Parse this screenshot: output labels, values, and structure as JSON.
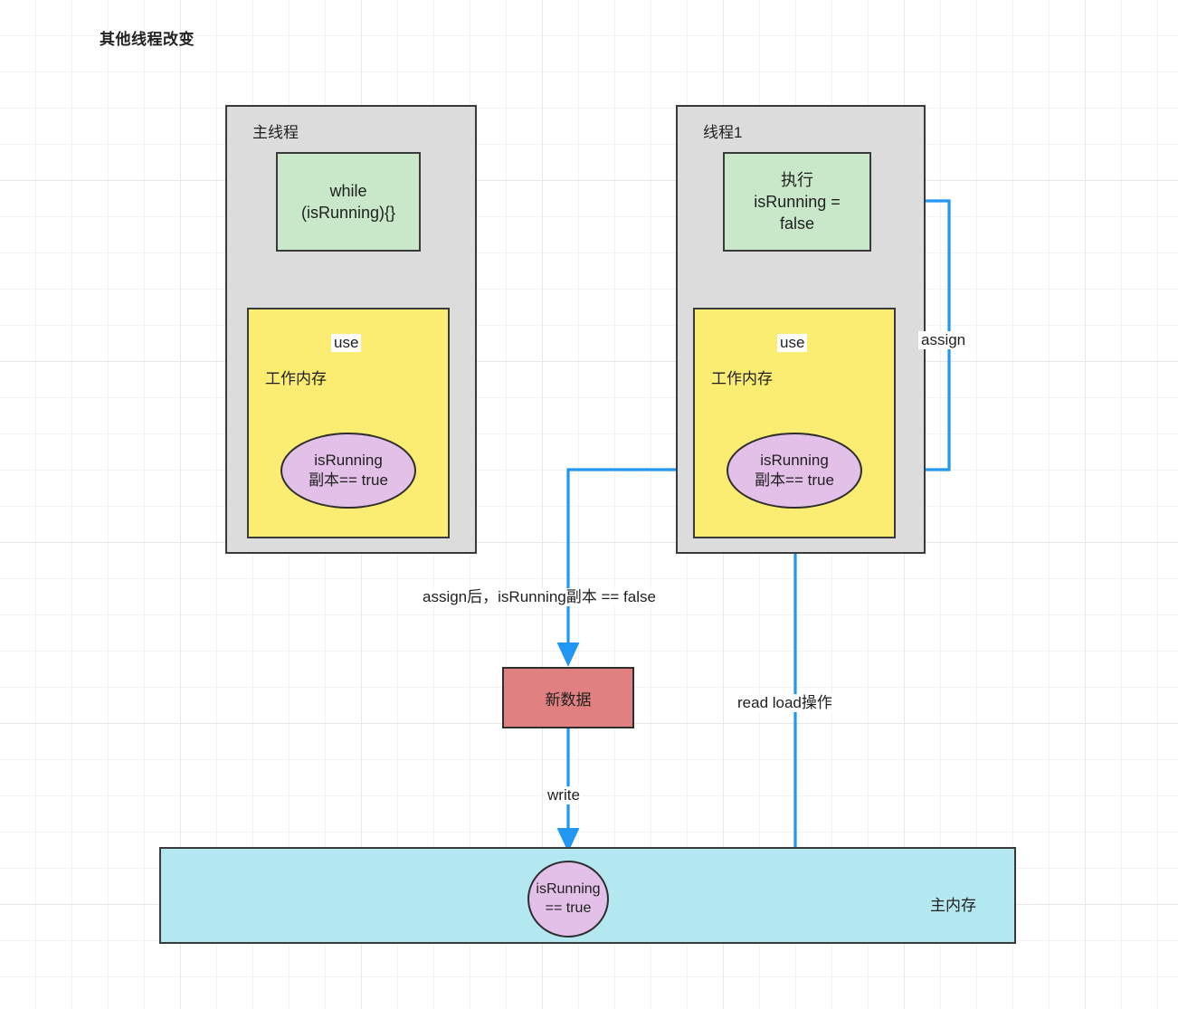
{
  "title": "其他线程改变",
  "colors": {
    "thread_bg": "#dcdcdc",
    "code_bg": "#c9e7c9",
    "work_mem_bg": "#fbed71",
    "ellipse_bg": "#e3c0e8",
    "new_data_bg": "#e08080",
    "main_mem_bg": "#b4e8f0",
    "blue_arrow": "#2196f3",
    "red_arrow": "#f5333f",
    "border": "#3a3a3a"
  },
  "main_thread": {
    "label": "主线程",
    "code": "while\n(isRunning){}",
    "work_memory_label": "工作内存",
    "variable": "isRunning\n副本== true",
    "use_label": "use"
  },
  "thread1": {
    "label": "线程1",
    "code": "执行\nisRunning =\nfalse",
    "work_memory_label": "工作内存",
    "variable": "isRunning\n副本== true",
    "use_label": "use",
    "assign_label": "assign"
  },
  "flow": {
    "assign_result_label": "assign后，isRunning副本 == false",
    "new_data_label": "新数据",
    "write_label": "write",
    "read_load_label": "read load操作"
  },
  "main_memory": {
    "label": "主内存",
    "variable": "isRunning\n== true"
  }
}
